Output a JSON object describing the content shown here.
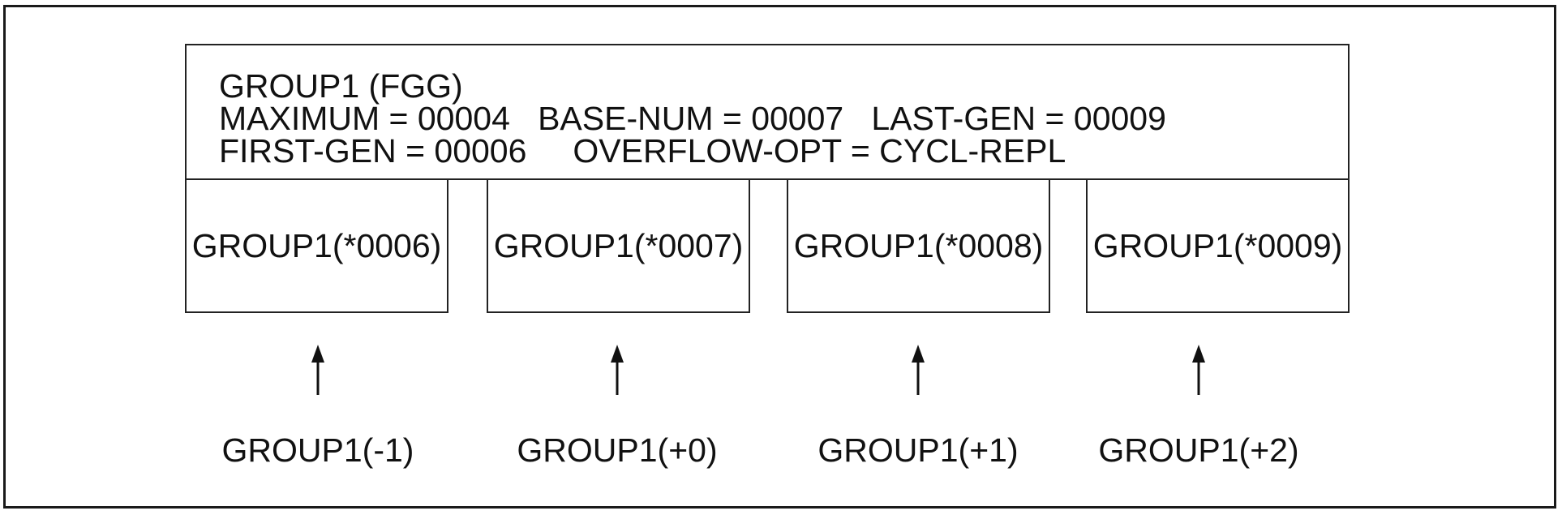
{
  "header": {
    "line1": "GROUP1 (FGG)",
    "line2": "MAXIMUM = 00004   BASE-NUM = 00007   LAST-GEN = 00009",
    "line3": "FIRST-GEN = 00006     OVERFLOW-OPT = CYCL-REPL"
  },
  "generations": [
    {
      "name": "GROUP1(*0006)",
      "ref": "GROUP1(-1)"
    },
    {
      "name": "GROUP1(*0007)",
      "ref": "GROUP1(+0)"
    },
    {
      "name": "GROUP1(*0008)",
      "ref": "GROUP1(+1)"
    },
    {
      "name": "GROUP1(*0009)",
      "ref": "GROUP1(+2)"
    }
  ]
}
